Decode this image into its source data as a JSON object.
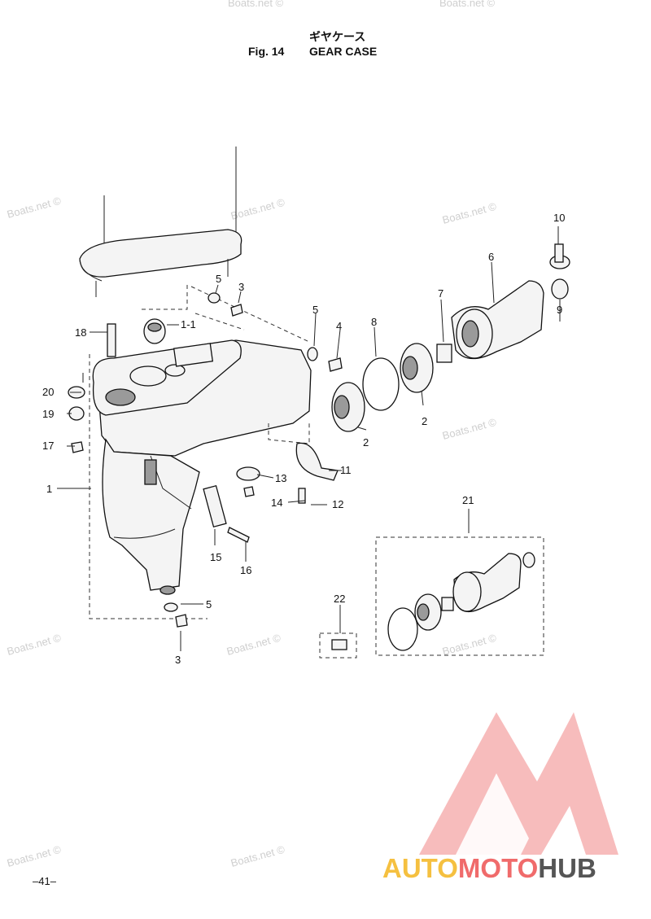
{
  "header": {
    "title_jp": "ギヤケース",
    "fig_label": "Fig. 14",
    "title_en": "GEAR CASE"
  },
  "watermark": "Boats.net ©",
  "page_number": "–41–",
  "logo": {
    "text_a": "AUTO",
    "text_b": "MOTO",
    "text_c": "HUB",
    "color_a": "#f5c040",
    "color_b": "#f06b6b",
    "color_c": "#555555"
  },
  "callouts": [
    "1",
    "1-1",
    "2",
    "2",
    "3",
    "3",
    "4",
    "5",
    "5",
    "5",
    "6",
    "7",
    "8",
    "9",
    "10",
    "11",
    "12",
    "13",
    "14",
    "15",
    "16",
    "17",
    "18",
    "19",
    "20",
    "21",
    "22"
  ]
}
